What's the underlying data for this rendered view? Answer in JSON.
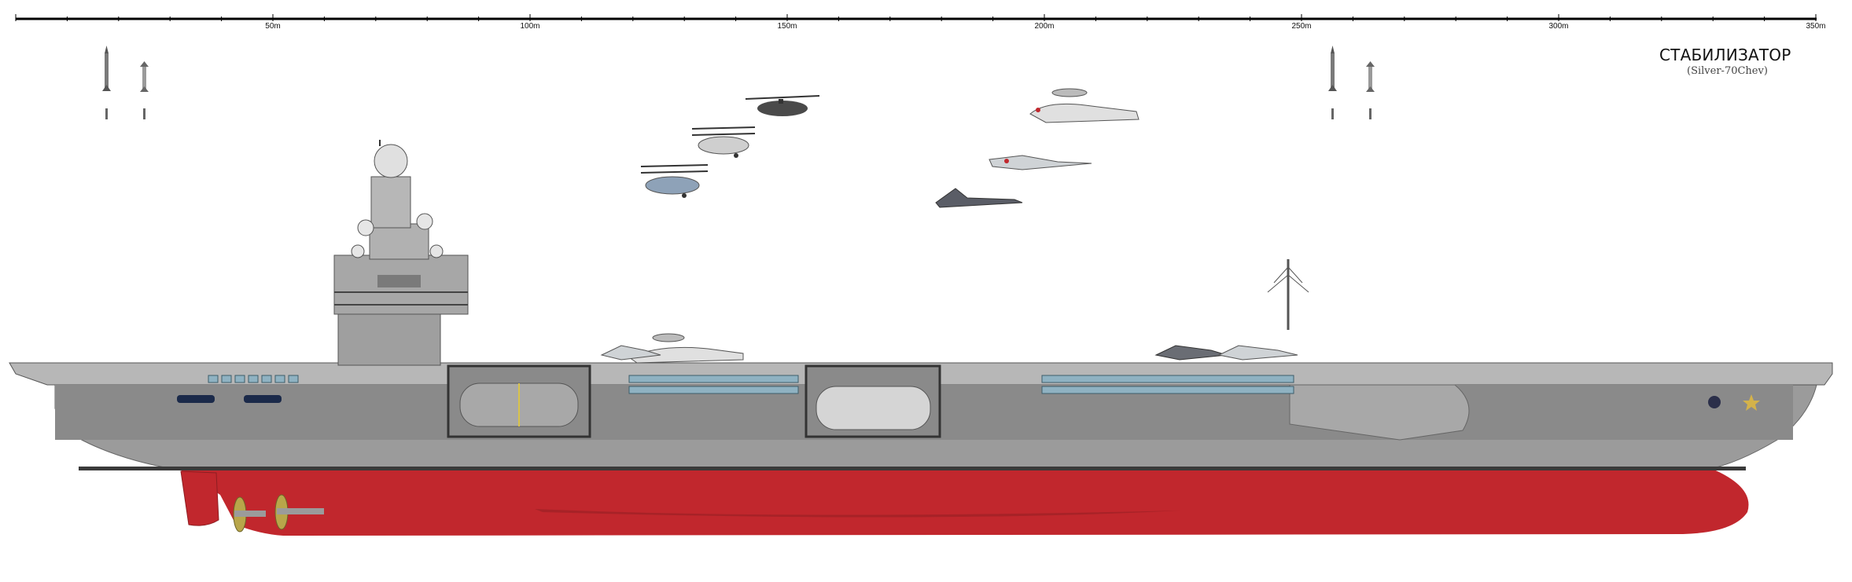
{
  "title": "СТАБИЛИЗАТОР",
  "author": "(Silver-70Chev)",
  "scale": {
    "unit": "m",
    "max_meters": 350,
    "labels": [
      {
        "meters": 50,
        "text": "50m"
      },
      {
        "meters": 100,
        "text": "100m"
      },
      {
        "meters": 150,
        "text": "150m"
      },
      {
        "meters": 200,
        "text": "200m"
      },
      {
        "meters": 250,
        "text": "250m"
      },
      {
        "meters": 300,
        "text": "300m"
      },
      {
        "meters": 350,
        "text": "350m"
      }
    ]
  },
  "colors": {
    "hull_red": "#c1272d",
    "hull_grey": "#9b9b9b",
    "deck_grey": "#7f7f7f",
    "superstructure": "#a7a7a7",
    "window_blue": "#8fb2c2",
    "propeller": "#b8a64a"
  },
  "subjects": {
    "ship": "aircraft-carrier",
    "aircraft": [
      "helicopter",
      "helicopter",
      "helicopter",
      "awacs-aircraft",
      "fighter-jet",
      "fighter-jet"
    ],
    "missiles": [
      "missile",
      "missile",
      "missile",
      "missile"
    ]
  }
}
